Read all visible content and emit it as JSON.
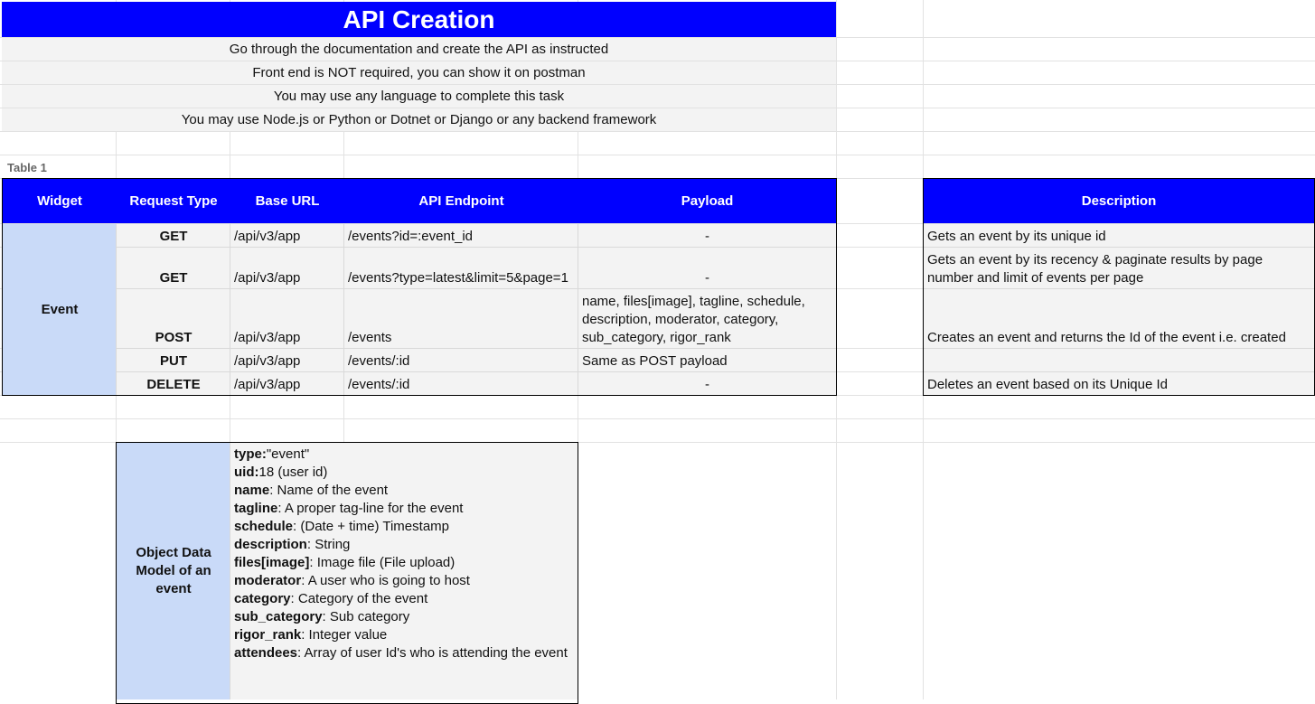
{
  "title": "API Creation",
  "notes": [
    "Go through the documentation and create the API as instructed",
    "Front end is NOT required, you can show it on postman",
    "You may use any language to complete this task",
    "You may use Node.js or Python or Dotnet or Django or any backend framework"
  ],
  "table_label": "Table 1",
  "headers": {
    "widget": "Widget",
    "request_type": "Request Type",
    "base_url": "Base URL",
    "api_endpoint": "API Endpoint",
    "payload": "Payload",
    "description": "Description"
  },
  "widget_name": "Event",
  "rows": [
    {
      "method": "GET",
      "base": "/api/v3/app",
      "endpoint": "/events?id=:event_id",
      "payload": "-",
      "description": "Gets an event by its unique id"
    },
    {
      "method": "GET",
      "base": "/api/v3/app",
      "endpoint": "/events?type=latest&limit=5&page=1",
      "payload": "-",
      "description": "Gets an event by its recency & paginate results by page number and limit of events per page"
    },
    {
      "method": "POST",
      "base": "/api/v3/app",
      "endpoint": "/events",
      "payload": "name, files[image], tagline, schedule, description, moderator, category, sub_category, rigor_rank",
      "description": "Creates an event and returns the Id of the event i.e. created"
    },
    {
      "method": "PUT",
      "base": "/api/v3/app",
      "endpoint": "/events/:id",
      "payload": "Same as POST payload",
      "description": ""
    },
    {
      "method": "DELETE",
      "base": "/api/v3/app",
      "endpoint": "/events/:id",
      "payload": "-",
      "description": "Deletes an event based on its Unique Id"
    }
  ],
  "object_model": {
    "label": "Object Data Model of an event",
    "fields": [
      {
        "key": "type:",
        "value": "\"event\""
      },
      {
        "key": "uid:",
        "value": "18 (user id)"
      },
      {
        "key": "name",
        "value": ": Name of the event"
      },
      {
        "key": "tagline",
        "value": ": A proper tag-line for the event"
      },
      {
        "key": "schedule",
        "value": ": (Date + time) Timestamp"
      },
      {
        "key": "description",
        "value": ": String"
      },
      {
        "key": "files[image]",
        "value": ": Image file (File upload)"
      },
      {
        "key": "moderator",
        "value": ": A user who is going to host"
      },
      {
        "key": "category",
        "value": ": Category of the event"
      },
      {
        "key": "sub_category",
        "value": ": Sub category"
      },
      {
        "key": "rigor_rank",
        "value": ": Integer value"
      },
      {
        "key": "attendees",
        "value": ": Array of user Id's who is attending the event"
      }
    ]
  },
  "colors": {
    "header_blue": "#0000ff",
    "label_blue": "#c9daf8",
    "cell_gray": "#f3f3f3"
  }
}
